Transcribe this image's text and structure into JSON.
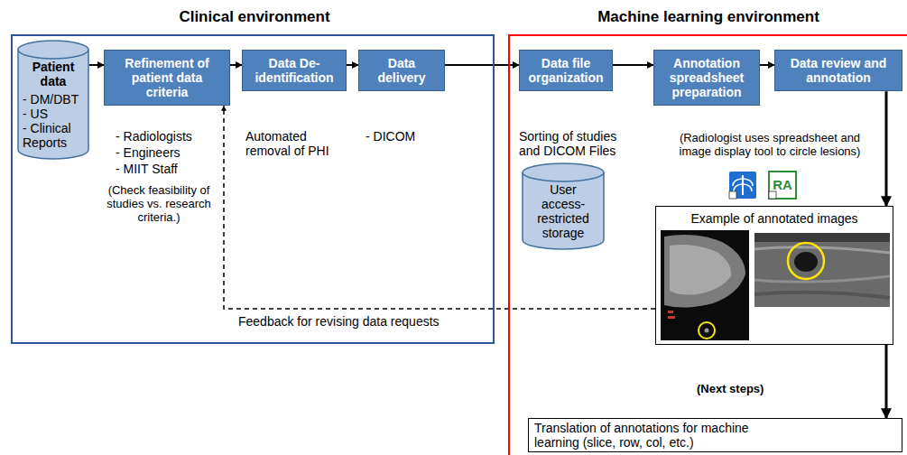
{
  "diagram": {
    "nodes": [
      {
        "text": [
          "Clinical environment"
        ]
      },
      {
        "text": [
          "Patient data",
          "- DM/DBT",
          "- US",
          "- Clinical Reports"
        ],
        "in": 0
      },
      {
        "text": [
          "Refinement of patient data criteria"
        ],
        "in": 0
      },
      {
        "text": [
          "Data De-identification"
        ],
        "in": 0
      },
      {
        "text": [
          "Data delivery"
        ],
        "in": 0
      },
      {
        "text": [
          "Machine learning environment"
        ]
      },
      {
        "text": [
          "Data file organization"
        ],
        "in": 5
      },
      {
        "text": [
          "User access-restricted storage"
        ],
        "in": 5
      },
      {
        "text": [
          "Annotation spreadsheet preparation"
        ],
        "in": 5
      },
      {
        "text": [
          "Data review and annotation"
        ],
        "in": 5
      },
      {
        "text": [
          "Example of annotated images"
        ],
        "in": 5
      },
      {
        "text": [
          "Translation of annotations for machine learning (slice, row, col, etc.)"
        ],
        "in": 5
      }
    ],
    "edges": [
      {
        "from": 1,
        "to": 2,
        "arrow": "to"
      },
      {
        "from": 2,
        "to": 3,
        "arrow": "to"
      },
      {
        "from": 3,
        "to": 4,
        "arrow": "to"
      },
      {
        "from": 4,
        "to": 6,
        "arrow": "to"
      },
      {
        "from": 6,
        "to": 8,
        "arrow": "to"
      },
      {
        "from": 8,
        "to": 9,
        "arrow": "to"
      },
      {
        "from": 9,
        "to": 10,
        "arrow": "to"
      },
      {
        "from": 10,
        "to": 11,
        "arrow": "to"
      },
      {
        "from": 10,
        "to": 2,
        "label": "Feedback for revising data requests",
        "arrow": "to"
      }
    ],
    "labels": [
      "- Radiologists",
      "- Engineers",
      "- MIIT Staff",
      "(Check feasibility of studies vs. research criteria.)",
      "Automated removal of PHI",
      "- DICOM",
      "Sorting of studies and DICOM Files",
      "(Radiologist uses spreadsheet and image display tool to circle lesions)",
      "RA",
      "(Next steps)"
    ]
  }
}
